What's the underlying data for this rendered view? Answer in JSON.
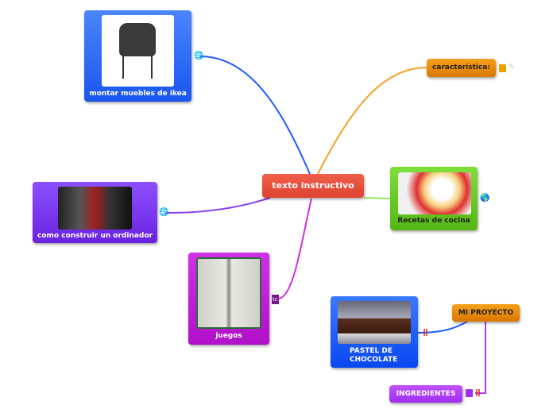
{
  "central": {
    "label": "texto instructivo"
  },
  "topics": [
    {
      "label": "montar muebles de ikea",
      "color": "#2f6bff"
    },
    {
      "label": "característica:",
      "color": "#f08c00"
    },
    {
      "label": "Recetas de cocina",
      "color": "#66cc22"
    },
    {
      "label": "como construir un ordinador",
      "color": "#7a3cf0"
    },
    {
      "label": "juegos",
      "color": "#c41fd6"
    }
  ],
  "project": {
    "title": "MI PROYECTO",
    "cake": "PASTEL DE CHOCOLATE",
    "ingredients": "INGREDIENTES"
  },
  "tag": "tc"
}
